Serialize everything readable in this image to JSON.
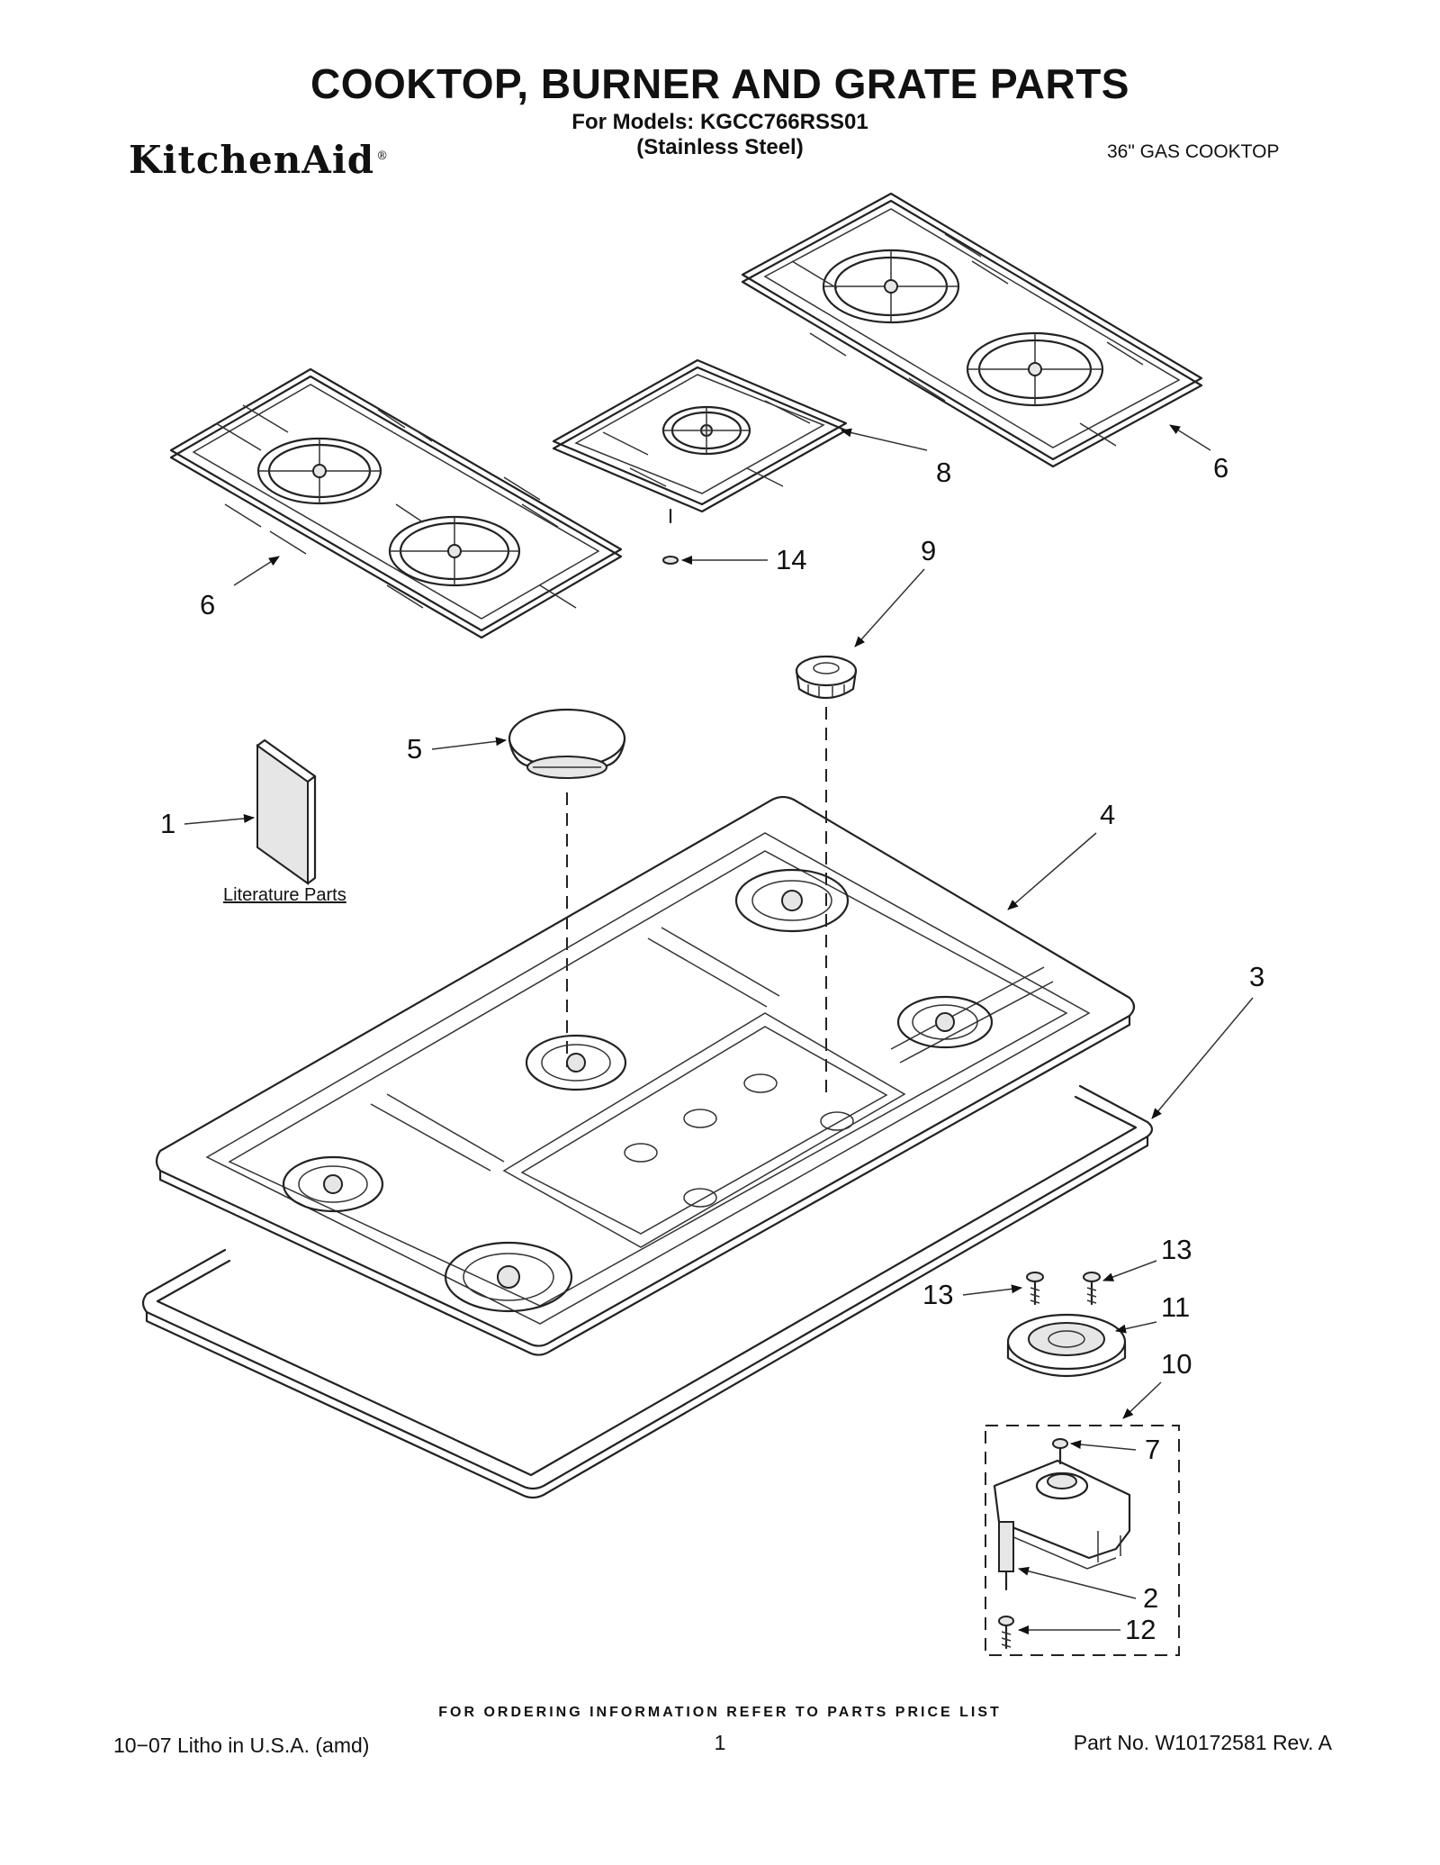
{
  "header": {
    "title": "COOKTOP, BURNER AND GRATE PARTS",
    "models_line": "For Models: KGCC766RSS01",
    "finish_line": "(Stainless Steel)",
    "brand": "KitchenAid",
    "brand_mark": "®",
    "product": "36\" GAS COOKTOP"
  },
  "diagram": {
    "literature_label": "Literature Parts",
    "callouts": {
      "c1": "1",
      "c2": "2",
      "c3": "3",
      "c4": "4",
      "c5": "5",
      "c6_left": "6",
      "c6_right": "6",
      "c7": "7",
      "c8": "8",
      "c9": "9",
      "c10": "10",
      "c11": "11",
      "c12": "12",
      "c13_left": "13",
      "c13_right": "13",
      "c14": "14"
    }
  },
  "footer": {
    "ordering_note": "FOR ORDERING INFORMATION REFER TO PARTS PRICE LIST",
    "litho": "10−07 Litho in U.S.A. (amd)",
    "page_number": "1",
    "part_number": "Part No. W10172581 Rev. A"
  }
}
